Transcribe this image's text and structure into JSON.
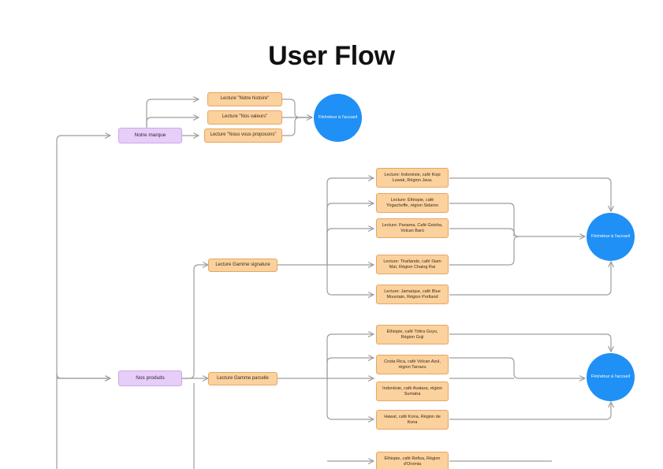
{
  "page": {
    "title": "User Flow",
    "background_color": "#ffffff"
  },
  "colors": {
    "orange_fill": "#fbd19d",
    "orange_border": "#e7a663",
    "lavender_fill": "#e6cef8",
    "lavender_border": "#cba8e6",
    "circle_fill": "#1f90f5",
    "circle_text": "#ffffff",
    "connector": "#9d9d9d",
    "title_text": "#111111"
  },
  "flow": {
    "brand_branch": {
      "entry_label": "Notre marque",
      "steps": [
        "Lecture \"Notre histoire\"",
        "Lecture \"Nos valeurs\"",
        "Lecture \"Nous vous proposons\""
      ],
      "end_label": "Fin/retour à l'accueil"
    },
    "products_branch": {
      "entry_label": "Nos produits",
      "signature_range": {
        "label": "Lecture Gamme signature",
        "items": [
          "Lecture: Indonésie, café Kopi Luwak, Région Java.",
          "Lecture: Éthiopie, café Yirgacheffe, région Sidamo",
          "Lecture: Panama, Café Geisha, Volcan Barú",
          "Lecture: Thaïlande, café Siam Maï, Région Chaing Rai",
          "Lecture: Jamaïque, café Blue Mountain, Région Portland"
        ],
        "end_label": "Fin/retour à l'accueil"
      },
      "parcelle_range": {
        "label": "Lecture Gamme parcelle",
        "items": [
          "Éthiopie, café Tirtira Goyo, Région Guji",
          "Costa Rica, café Volcan Azul, région Tarrazu",
          "Indonésie, café Avatara, région Sumatra",
          "Hawaï, café Kona, Région de Kona"
        ],
        "end_label": "Fin/retour à l'accueil"
      },
      "next_range_partial": {
        "items": [
          "Éthiopie, café Refisa, Région d'Oromia"
        ]
      }
    }
  }
}
